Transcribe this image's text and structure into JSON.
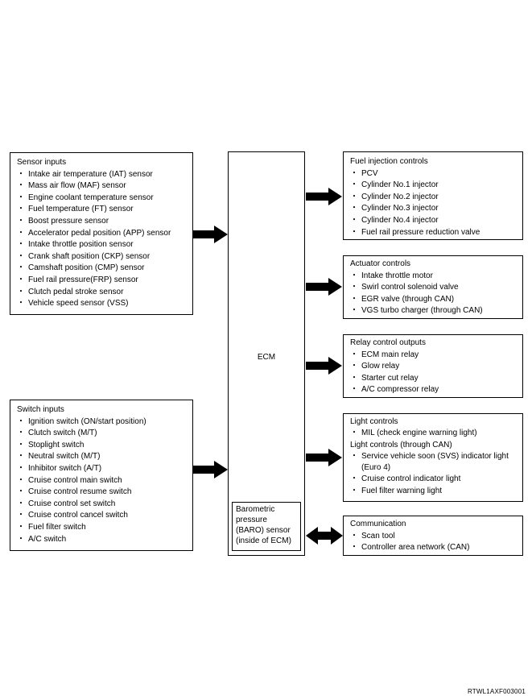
{
  "sensor_inputs": {
    "title": "Sensor inputs",
    "items": [
      "Intake air temperature (IAT) sensor",
      "Mass air flow (MAF) sensor",
      "Engine coolant temperature sensor",
      "Fuel temperature (FT) sensor",
      "Boost pressure sensor",
      "Accelerator pedal position (APP) sensor",
      "Intake throttle position sensor",
      "Crank shaft position (CKP) sensor",
      "Camshaft position (CMP) sensor",
      "Fuel rail pressure(FRP) sensor",
      "Clutch pedal stroke sensor",
      "Vehicle speed sensor (VSS)"
    ]
  },
  "switch_inputs": {
    "title": "Switch inputs",
    "items": [
      "Ignition switch (ON/start position)",
      "Clutch switch (M/T)",
      "Stoplight switch",
      "Neutral switch (M/T)",
      "Inhibitor switch (A/T)",
      "Cruise control main switch",
      "Cruise control resume switch",
      "Cruise control set switch",
      "Cruise control cancel switch",
      "Fuel filter switch",
      "A/C switch"
    ]
  },
  "ecm": {
    "label": "ECM",
    "baro": [
      "Barometric",
      "pressure",
      "(BARO) sensor",
      "(inside of ECM)"
    ]
  },
  "fuel_injection": {
    "title": "Fuel injection controls",
    "items": [
      "PCV",
      "Cylinder No.1 injector",
      "Cylinder No.2 injector",
      "Cylinder No.3 injector",
      "Cylinder No.4 injector",
      "Fuel rail pressure reduction valve"
    ]
  },
  "actuator": {
    "title": "Actuator controls",
    "items": [
      "Intake throttle motor",
      "Swirl control solenoid valve",
      "EGR valve (through CAN)",
      "VGS turbo charger (through CAN)"
    ]
  },
  "relay": {
    "title": "Relay control outputs",
    "items": [
      "ECM main relay",
      "Glow relay",
      "Starter cut relay",
      "A/C compressor relay"
    ]
  },
  "light": {
    "title": "Light controls",
    "items1": [
      "MIL (check engine warning light)"
    ],
    "subtitle": "Light controls (through CAN)",
    "items2_first": "Service vehicle soon (SVS) indicator light",
    "items2_first_cont": "(Euro 4)",
    "items2": [
      "Cruise control indicator light",
      "Fuel filter warning light"
    ]
  },
  "communication": {
    "title": "Communication",
    "items": [
      "Scan tool",
      "Controller area network (CAN)"
    ]
  },
  "footer": {
    "code": "RTWL1AXF003001"
  }
}
